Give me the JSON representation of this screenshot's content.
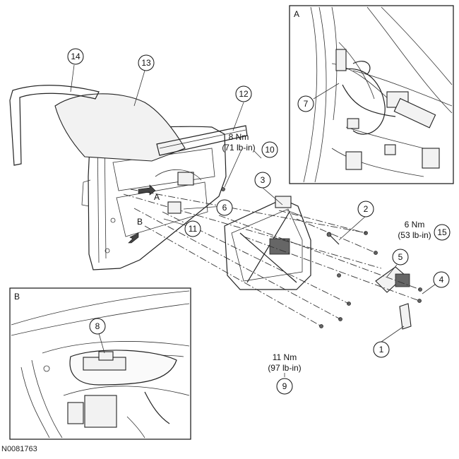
{
  "callouts": [
    "1",
    "2",
    "3",
    "4",
    "5",
    "6",
    "7",
    "8",
    "9",
    "10",
    "11",
    "12",
    "13",
    "14",
    "15"
  ],
  "view_labels": {
    "a": "A",
    "b": "B"
  },
  "insets": {
    "a": "A",
    "b": "B"
  },
  "torques": [
    {
      "nm": "8 Nm",
      "lbin": "(71 lb-in)"
    },
    {
      "nm": "6 Nm",
      "lbin": "(53 lb-in)"
    },
    {
      "nm": "11 Nm",
      "lbin": "(97 lb-in)"
    }
  ],
  "reference": "N0081763"
}
